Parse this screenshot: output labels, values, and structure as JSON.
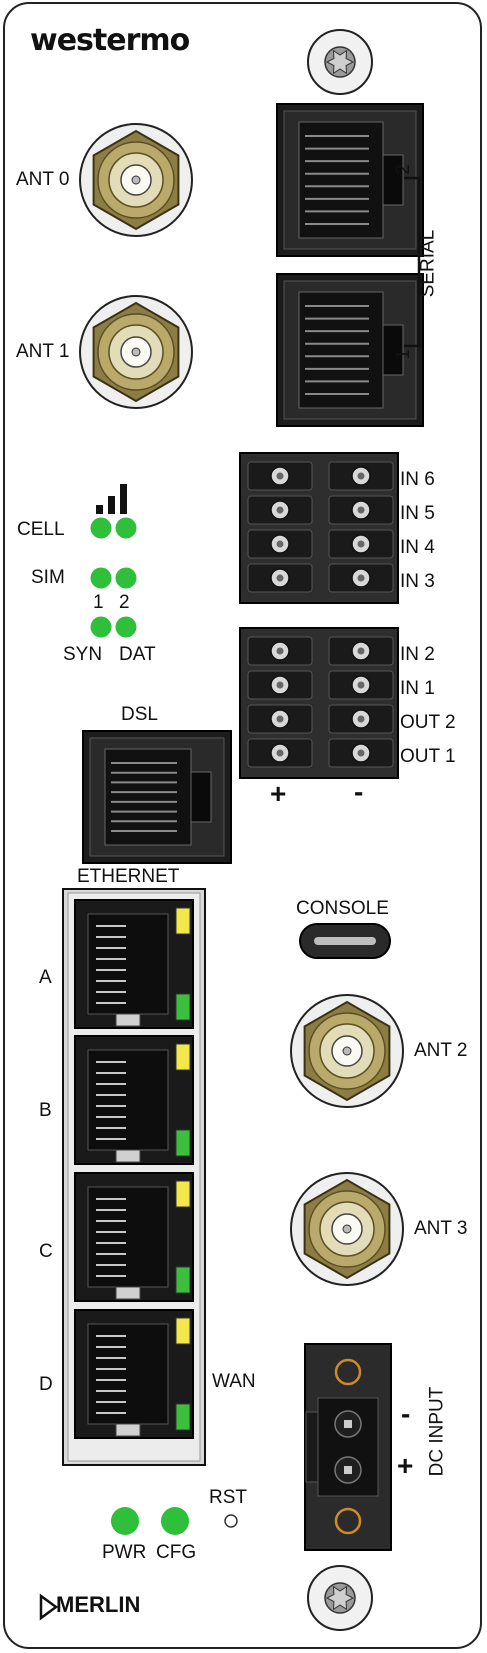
{
  "brand": {
    "name": "westermo",
    "product": "MERLIN"
  },
  "antennas": [
    {
      "label": "ANT 0"
    },
    {
      "label": "ANT 1"
    },
    {
      "label": "ANT 2"
    },
    {
      "label": "ANT 3"
    }
  ],
  "serial": {
    "label": "SERIAL",
    "port_numbers": [
      "2",
      "1"
    ]
  },
  "status_leds": {
    "cell": "CELL",
    "sim": "SIM",
    "sim_slots": [
      "1",
      "2"
    ],
    "syn": "SYN",
    "dat": "DAT",
    "led_color": "#2fbf3a"
  },
  "io": {
    "upper": [
      "IN 6",
      "IN 5",
      "IN 4",
      "IN 3"
    ],
    "lower": [
      "IN 2",
      "IN 1",
      "OUT 2",
      "OUT 1"
    ],
    "plus": "+",
    "minus": "-"
  },
  "dsl": {
    "label": "DSL"
  },
  "ethernet": {
    "label": "ETHERNET",
    "ports": [
      "A",
      "B",
      "C",
      "D"
    ],
    "wan_label": "WAN",
    "led_yellow": "#f2e84a",
    "led_green": "#3cbf3c"
  },
  "console": {
    "label": "CONSOLE"
  },
  "dc_input": {
    "label": "DC INPUT",
    "minus": "-",
    "plus": "+"
  },
  "bottom": {
    "pwr": "PWR",
    "cfg": "CFG",
    "rst": "RST"
  }
}
